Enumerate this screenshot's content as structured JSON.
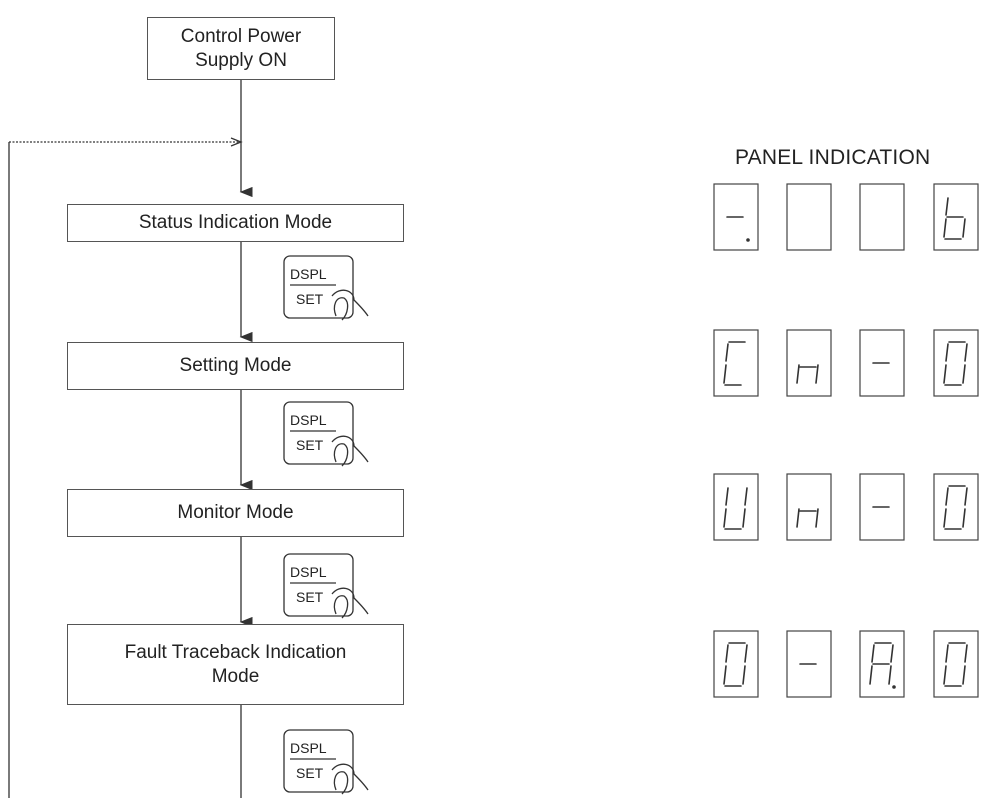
{
  "flow": {
    "power_box": {
      "line1": "Control Power",
      "line2": "Supply ON"
    },
    "modes": [
      {
        "lines": [
          "Status Indication Mode"
        ]
      },
      {
        "lines": [
          "Setting Mode"
        ]
      },
      {
        "lines": [
          "Monitor Mode"
        ]
      },
      {
        "lines": [
          "Fault Traceback Indication",
          "Mode"
        ]
      }
    ],
    "key": {
      "top": "DSPL",
      "bottom": "SET"
    }
  },
  "panel": {
    "title": "PANEL INDICATION",
    "rows": [
      [
        "-.",
        "",
        "",
        "b",
        "b"
      ],
      [
        "C",
        "n",
        "-",
        "0",
        "0"
      ],
      [
        "U",
        "n",
        "-",
        "0",
        "0"
      ],
      [
        "0",
        "-",
        "A.",
        "0",
        "0"
      ]
    ]
  }
}
